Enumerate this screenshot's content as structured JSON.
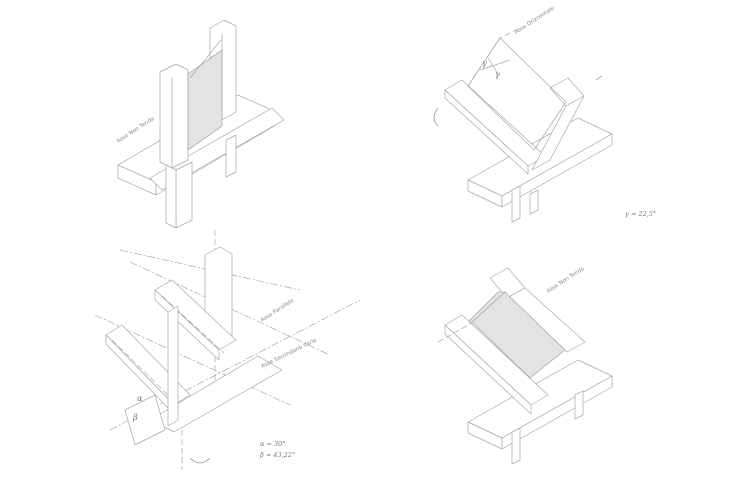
{
  "diagram": {
    "panel_top_left": {
      "axis_label": "Asse Non Tenda"
    },
    "panel_top_right": {
      "axis_label": "Asse Orizzontale",
      "gamma_symbol": "γ",
      "gamma_value": "γ = 22,5°"
    },
    "panel_bottom_left": {
      "axis_label_parallel": "Asse Parallelo",
      "axis_label_secondary": "Asse Secondario Varia",
      "alpha_symbol": "α",
      "beta_symbol": "β",
      "alpha_value": "α = 30°",
      "beta_value": "β = 43,22°"
    },
    "panel_bottom_right": {
      "axis_label": "Asse Non Tenda"
    }
  }
}
